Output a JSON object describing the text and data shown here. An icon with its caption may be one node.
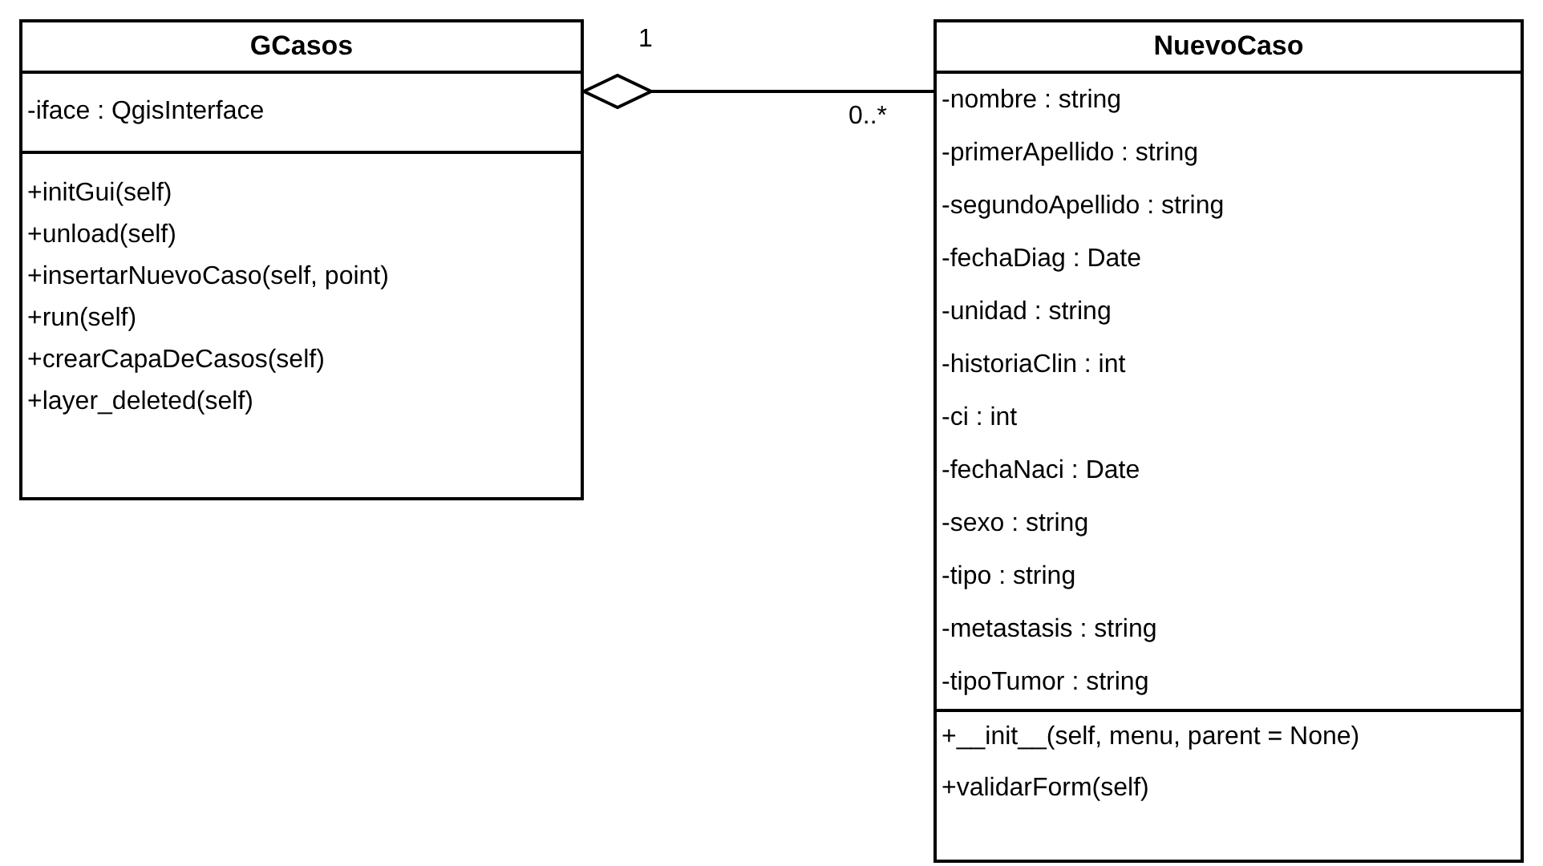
{
  "diagram": {
    "nodes": [
      {
        "text": [
          "GCasos",
          "-iface : QgisInterface",
          "+initGui(self)",
          "+unload(self)",
          "+insertarNuevoCaso(self, point)",
          "+run(self)",
          "+crearCapaDeCasos(self)",
          "+layer_deleted(self)"
        ]
      },
      {
        "text": [
          "NuevoCaso",
          "-nombre : string",
          "-primerApellido : string",
          "-segundoApellido : string",
          "-fechaDiag : Date",
          "-unidad : string",
          "-historiaClin : int",
          "-ci : int",
          "-fechaNaci : Date",
          "-sexo : string",
          "-tipo : string",
          "-metastasis : string",
          "-tipoTumor : string",
          "+__init__(self, menu, parent = None)",
          "+validarForm(self)"
        ]
      }
    ],
    "edges": [
      {
        "from": 0,
        "to": 1,
        "arrow": "other"
      }
    ],
    "labels": [
      "1",
      "0..*"
    ]
  }
}
